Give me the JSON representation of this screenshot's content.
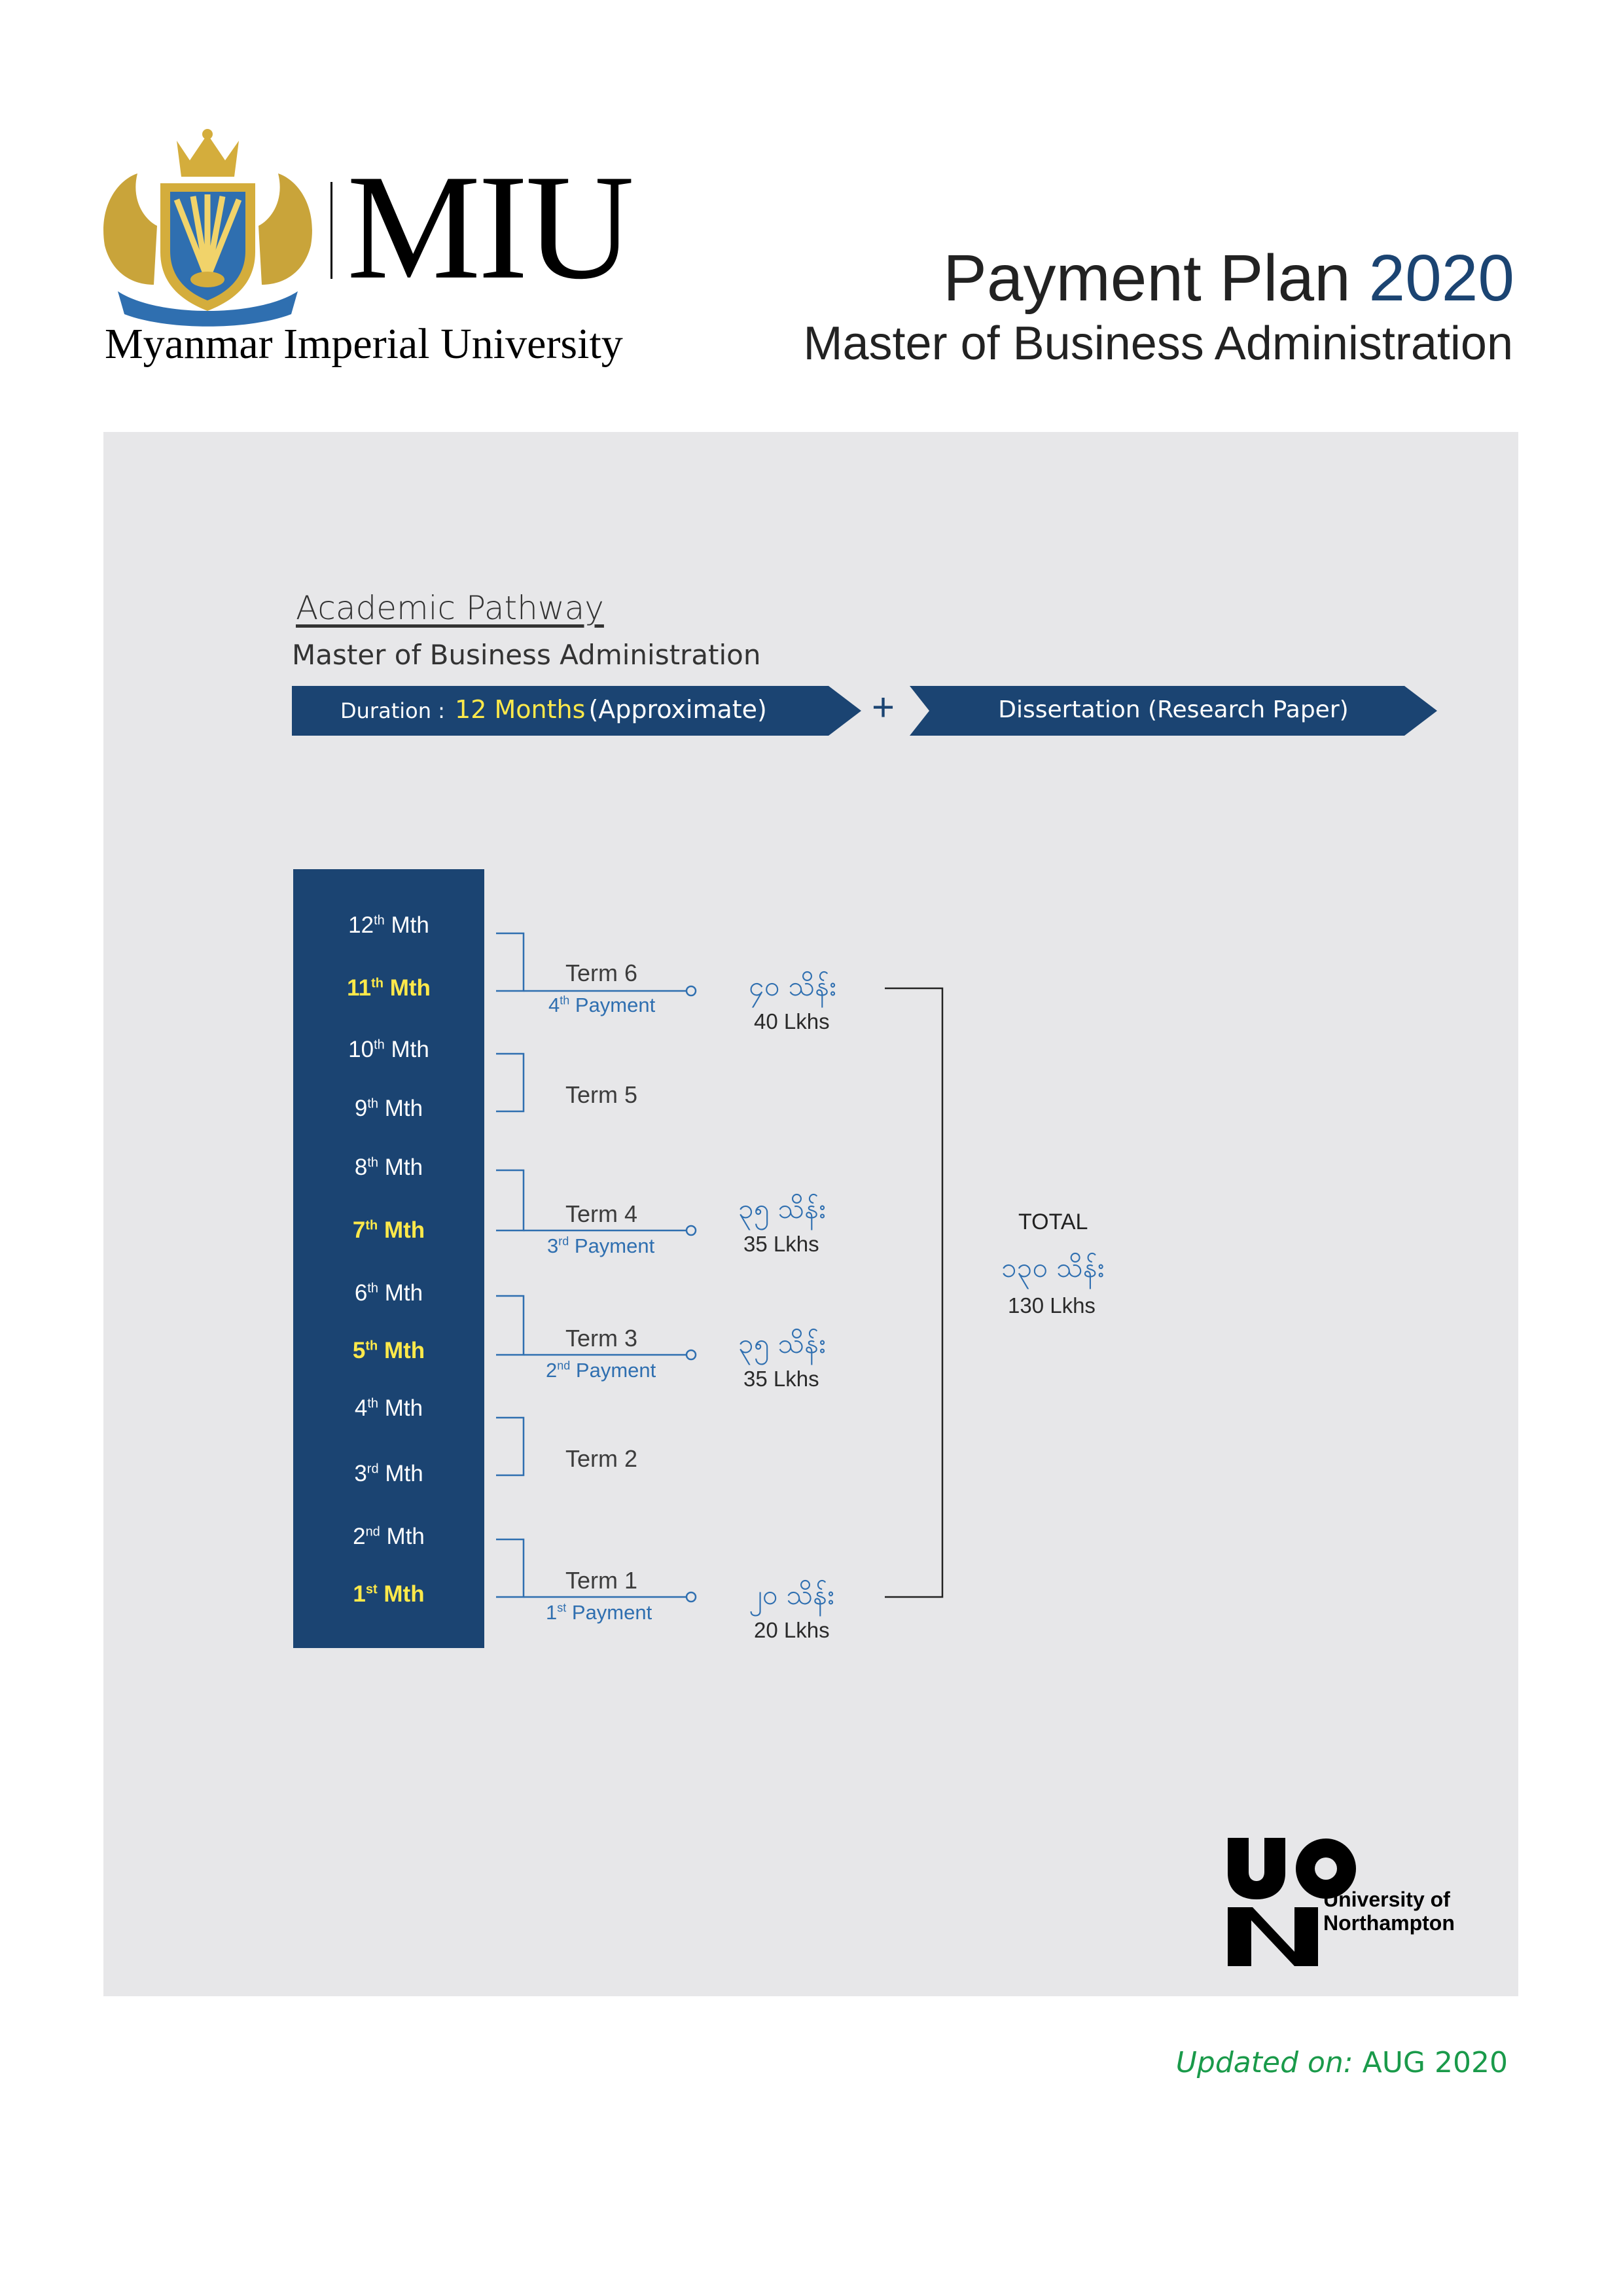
{
  "header": {
    "logo_text": "MIU",
    "university_name": "Myanmar Imperial University",
    "title_prefix": "Payment Plan",
    "title_year": "2020",
    "subtitle": "Master of Business Administration"
  },
  "pathway": {
    "heading": "Academic Pathway",
    "program": "Master of Business Administration",
    "duration_label": "Duration :",
    "duration_value": "12 Months",
    "duration_note": "(Approximate)",
    "plus": "+",
    "dissertation": "Dissertation (Research Paper)"
  },
  "months": [
    {
      "num": "12",
      "suffix": "th",
      "label": "Mth",
      "highlight": false
    },
    {
      "num": "11",
      "suffix": "th",
      "label": "Mth",
      "highlight": true
    },
    {
      "num": "10",
      "suffix": "th",
      "label": "Mth",
      "highlight": false
    },
    {
      "num": "9",
      "suffix": "th",
      "label": "Mth",
      "highlight": false
    },
    {
      "num": "8",
      "suffix": "th",
      "label": "Mth",
      "highlight": false
    },
    {
      "num": "7",
      "suffix": "th",
      "label": "Mth",
      "highlight": true
    },
    {
      "num": "6",
      "suffix": "th",
      "label": "Mth",
      "highlight": false
    },
    {
      "num": "5",
      "suffix": "th",
      "label": "Mth",
      "highlight": true
    },
    {
      "num": "4",
      "suffix": "th",
      "label": "Mth",
      "highlight": false
    },
    {
      "num": "3",
      "suffix": "rd",
      "label": "Mth",
      "highlight": false
    },
    {
      "num": "2",
      "suffix": "nd",
      "label": "Mth",
      "highlight": false
    },
    {
      "num": "1",
      "suffix": "st",
      "label": "Mth",
      "highlight": true
    }
  ],
  "terms": [
    {
      "name": "Term 6",
      "payment_num": "4",
      "payment_suffix": "th",
      "payment_label": "Payment",
      "amount_mm": "၄၀ သိန်း",
      "amount_lkh": "40 Lkhs"
    },
    {
      "name": "Term 5"
    },
    {
      "name": "Term 4",
      "payment_num": "3",
      "payment_suffix": "rd",
      "payment_label": "Payment",
      "amount_mm": "၃၅ သိန်း",
      "amount_lkh": "35 Lkhs"
    },
    {
      "name": "Term 3",
      "payment_num": "2",
      "payment_suffix": "nd",
      "payment_label": "Payment",
      "amount_mm": "၃၅ သိန်း",
      "amount_lkh": "35 Lkhs"
    },
    {
      "name": "Term 2"
    },
    {
      "name": "Term 1",
      "payment_num": "1",
      "payment_suffix": "st",
      "payment_label": "Payment",
      "amount_mm": "၂၀ သိန်း",
      "amount_lkh": "20 Lkhs"
    }
  ],
  "total": {
    "label": "TOTAL",
    "amount_mm": "၁၃၀ သိန်း",
    "amount_lkh": "130 Lkhs"
  },
  "partner": {
    "logo_letters": "UON",
    "line1": "University of",
    "line2": "Northampton"
  },
  "footer": {
    "updated_label": "Updated on:",
    "updated_value": "AUG 2020"
  },
  "colors": {
    "navy": "#1b4472",
    "highlight": "#ffe94a",
    "payment_blue": "#2f6fb0",
    "footer_green": "#1a9a4a",
    "panel_gray": "#e7e7e9"
  }
}
